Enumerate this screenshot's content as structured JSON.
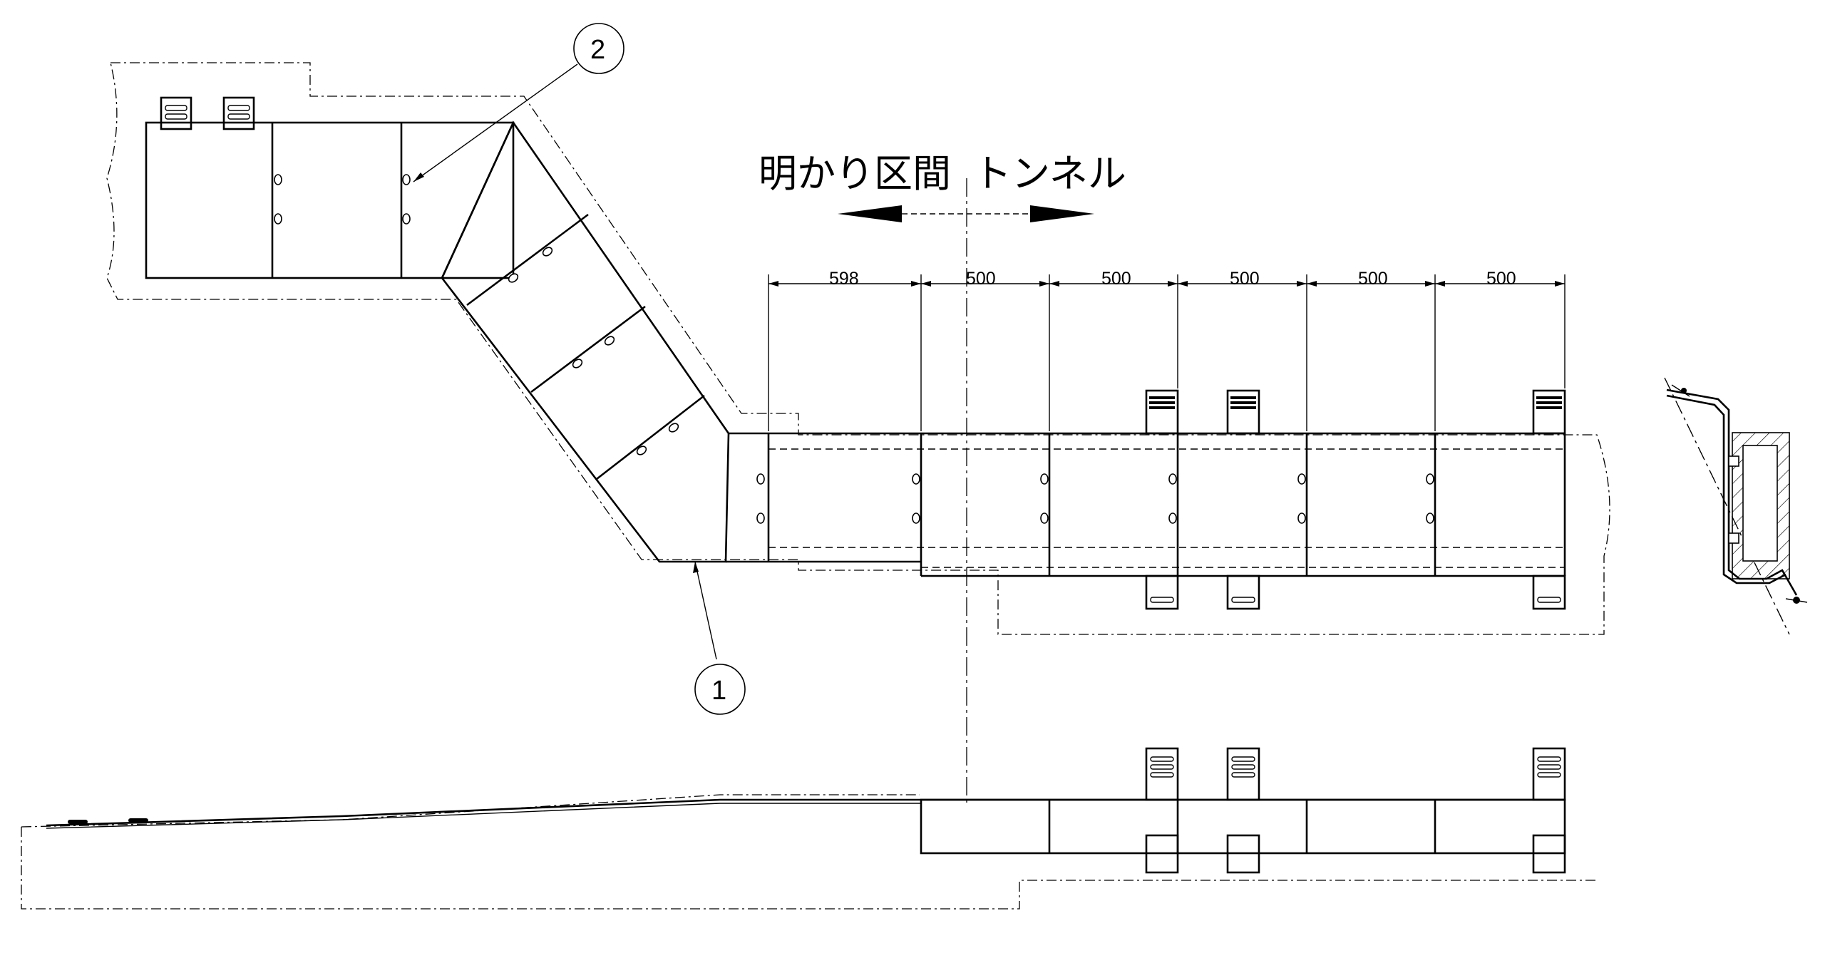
{
  "section_labels": {
    "open_section": "明かり区間",
    "tunnel": "トンネル"
  },
  "dimensions": [
    "598",
    "500",
    "500",
    "500",
    "500",
    "500"
  ],
  "balloons": [
    "1",
    "2"
  ]
}
